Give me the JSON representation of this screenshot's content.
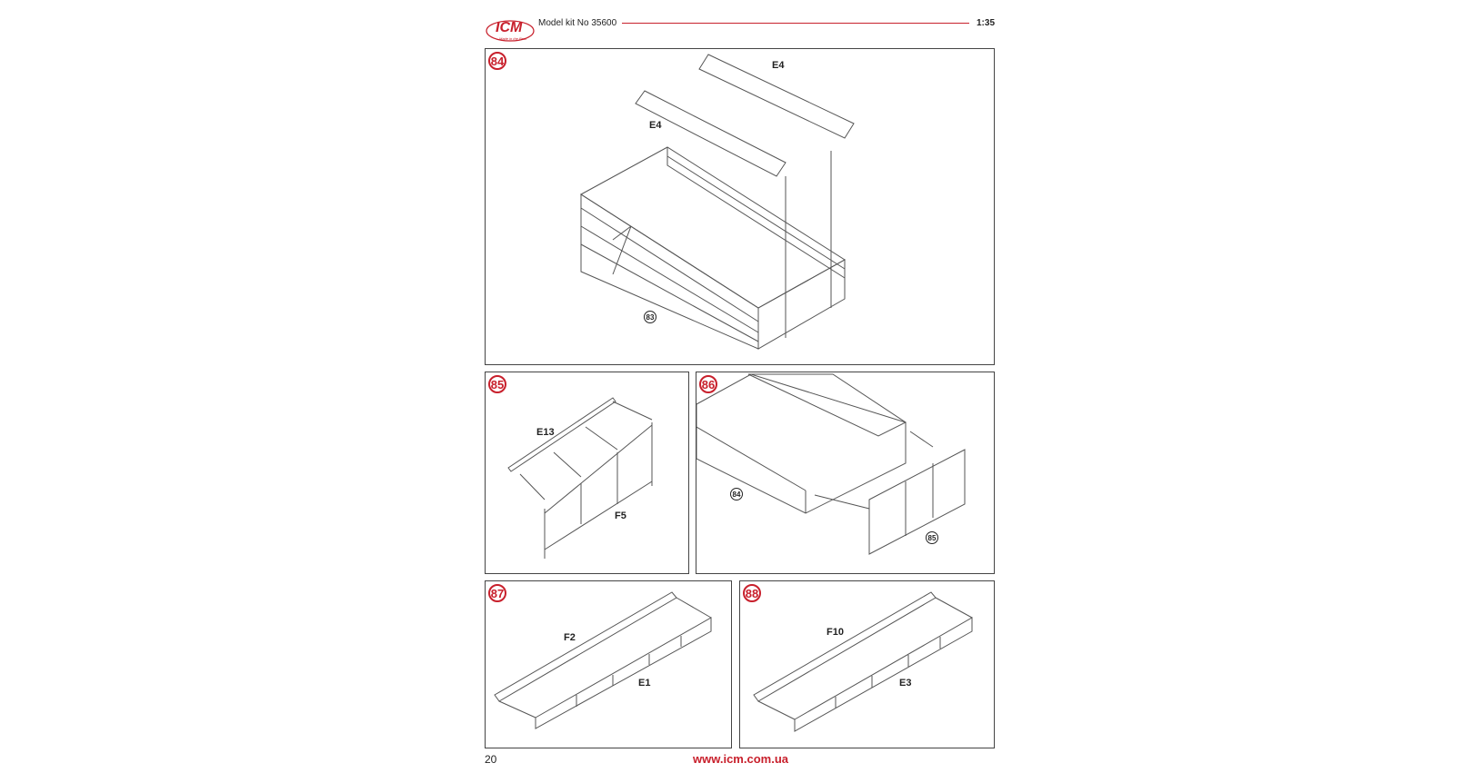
{
  "header": {
    "logo_text": "ICM",
    "logo_tagline": "Made in the Best",
    "title": "Model kit No 35600",
    "scale": "1:35",
    "accent_color": "#c8202c"
  },
  "steps": [
    {
      "number": "84",
      "parts": [
        "E4",
        "E4"
      ],
      "refs": [
        "83"
      ]
    },
    {
      "number": "85",
      "parts": [
        "E13",
        "F5"
      ],
      "refs": []
    },
    {
      "number": "86",
      "parts": [],
      "refs": [
        "84",
        "85"
      ]
    },
    {
      "number": "87",
      "parts": [
        "F2",
        "E1"
      ],
      "refs": []
    },
    {
      "number": "88",
      "parts": [
        "F10",
        "E3"
      ],
      "refs": []
    }
  ],
  "footer": {
    "page_number": "20",
    "website": "www.icm.com.ua"
  }
}
